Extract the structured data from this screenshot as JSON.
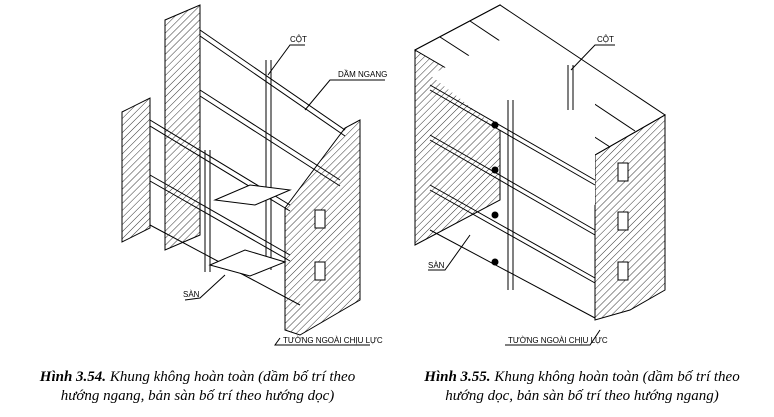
{
  "figures": [
    {
      "labels": {
        "column": "CỘT",
        "beam": "DẦM NGANG",
        "slab": "SÀN",
        "wall": "TƯỜNG NGOÀI CHỊU LỰC"
      },
      "caption": {
        "number": "Hình 3.54.",
        "text_line1": "Khung không hoàn toàn (dầm bố trí theo",
        "text_line2": "hướng ngang, bản sàn bố trí theo hướng dọc)"
      }
    },
    {
      "labels": {
        "column": "CỘT",
        "slab": "SÀN",
        "wall": "TƯỜNG NGOÀI CHỊU LỰC"
      },
      "caption": {
        "number": "Hình 3.55.",
        "text_line1": "Khung không hoàn toàn (dầm bố trí theo",
        "text_line2": "hướng dọc, bản sàn bố trí theo hướng ngang)"
      }
    }
  ]
}
